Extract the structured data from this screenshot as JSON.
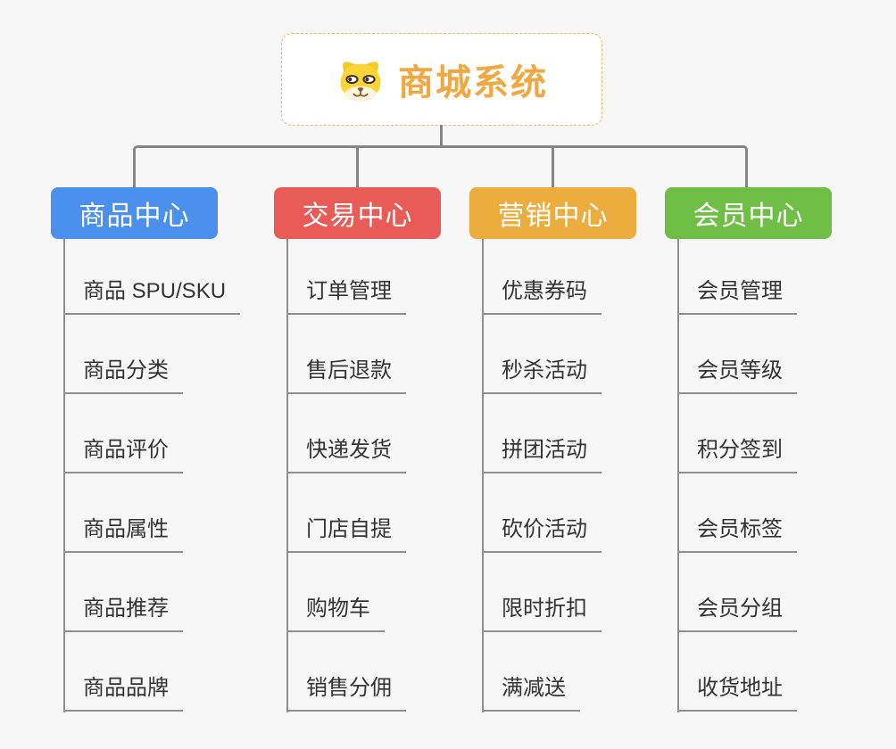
{
  "root": {
    "title": "商城系统",
    "icon": "dog-face-icon"
  },
  "palette": {
    "background": "#f7f7f7",
    "connector_gray": "#858585",
    "leaf_text": "#333333",
    "leaf_underline": "#8f8f8f",
    "root_title_color": "#f0a843",
    "root_border_color": "#f1b65f",
    "header_text_color": "#ffffff"
  },
  "branches": [
    {
      "label": "商品中心",
      "color": "#4a90ec",
      "items": [
        "商品 SPU/SKU",
        "商品分类",
        "商品评价",
        "商品属性",
        "商品推荐",
        "商品品牌"
      ]
    },
    {
      "label": "交易中心",
      "color": "#e95b56",
      "items": [
        "订单管理",
        "售后退款",
        "快递发货",
        "门店自提",
        "购物车",
        "销售分佣"
      ]
    },
    {
      "label": "营销中心",
      "color": "#edad3e",
      "items": [
        "优惠券码",
        "秒杀活动",
        "拼团活动",
        "砍价活动",
        "限时折扣",
        "满减送"
      ]
    },
    {
      "label": "会员中心",
      "color": "#6fbe45",
      "items": [
        "会员管理",
        "会员等级",
        "积分签到",
        "会员标签",
        "会员分组",
        "收货地址"
      ]
    }
  ]
}
